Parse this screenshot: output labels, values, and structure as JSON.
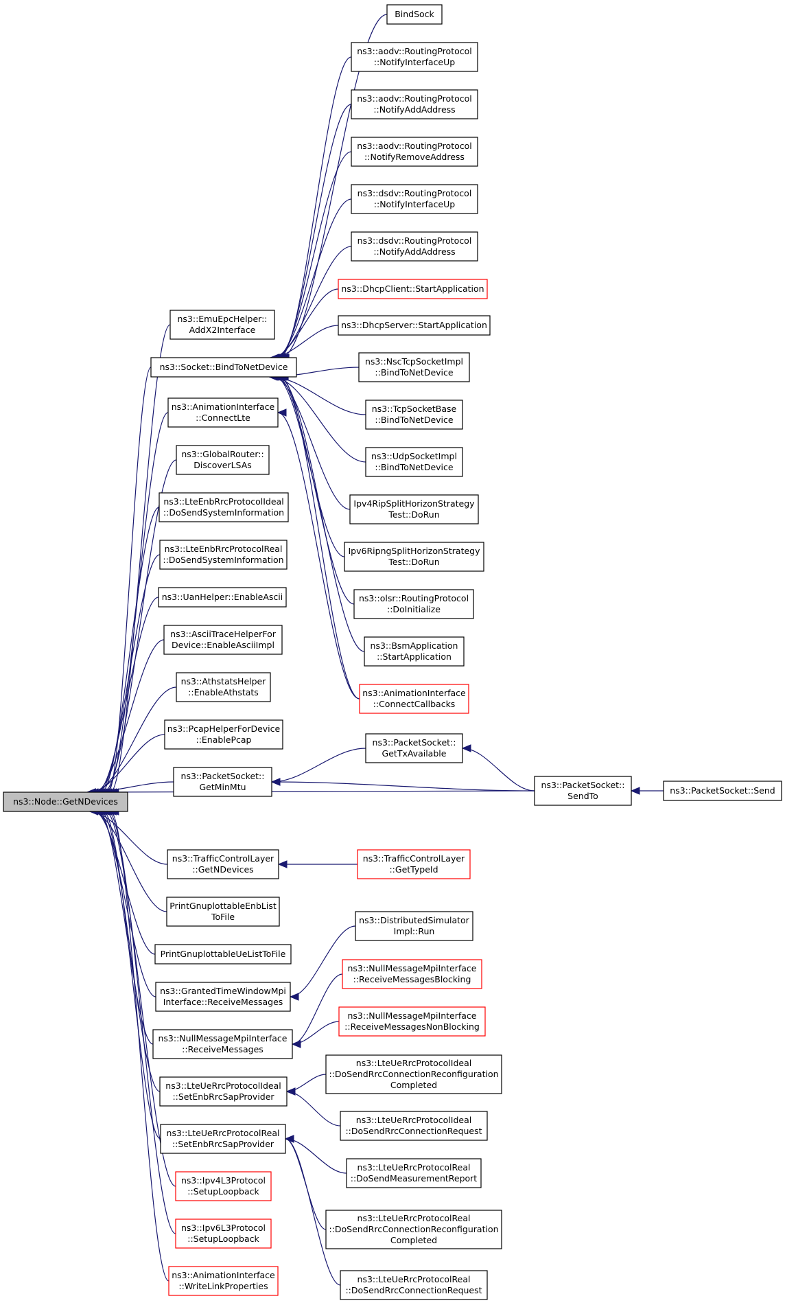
{
  "diagram": {
    "edge_color": "#191970",
    "missing_doc_border_color": "#ff0000",
    "root_fill": "#bfbfbf",
    "nodes": [
      {
        "id": "root",
        "lines": [
          "ns3::Node::GetNDevices"
        ],
        "style": "root"
      },
      {
        "id": "emu",
        "lines": [
          "ns3::EmuEpcHelper::",
          "AddX2Interface"
        ]
      },
      {
        "id": "sock",
        "lines": [
          "ns3::Socket::BindToNetDevice"
        ]
      },
      {
        "id": "anim_lte",
        "lines": [
          "ns3::AnimationInterface",
          "::ConnectLte"
        ]
      },
      {
        "id": "grouter",
        "lines": [
          "ns3::GlobalRouter::",
          "DiscoverLSAs"
        ]
      },
      {
        "id": "enb_ideal",
        "lines": [
          "ns3::LteEnbRrcProtocolIdeal",
          "::DoSendSystemInformation"
        ]
      },
      {
        "id": "enb_real",
        "lines": [
          "ns3::LteEnbRrcProtocolReal",
          "::DoSendSystemInformation"
        ]
      },
      {
        "id": "uan",
        "lines": [
          "ns3::UanHelper::EnableAscii"
        ]
      },
      {
        "id": "ascii",
        "lines": [
          "ns3::AsciiTraceHelperFor",
          "Device::EnableAsciiImpl"
        ]
      },
      {
        "id": "athstats",
        "lines": [
          "ns3::AthstatsHelper",
          "::EnableAthstats"
        ]
      },
      {
        "id": "pcap",
        "lines": [
          "ns3::PcapHelperForDevice",
          "::EnablePcap"
        ]
      },
      {
        "id": "pkt_minmtu",
        "lines": [
          "ns3::PacketSocket::",
          "GetMinMtu"
        ]
      },
      {
        "id": "tcl_getn",
        "lines": [
          "ns3::TrafficControlLayer",
          "::GetNDevices"
        ]
      },
      {
        "id": "print_enb",
        "lines": [
          "PrintGnuplottableEnbList",
          "ToFile"
        ]
      },
      {
        "id": "print_ue",
        "lines": [
          "PrintGnuplottableUeListToFile"
        ]
      },
      {
        "id": "granted",
        "lines": [
          "ns3::GrantedTimeWindowMpi",
          "Interface::ReceiveMessages"
        ]
      },
      {
        "id": "nullmsg",
        "lines": [
          "ns3::NullMessageMpiInterface",
          "::ReceiveMessages"
        ]
      },
      {
        "id": "ue_ideal_set",
        "lines": [
          "ns3::LteUeRrcProtocolIdeal",
          "::SetEnbRrcSapProvider"
        ]
      },
      {
        "id": "ue_real_set",
        "lines": [
          "ns3::LteUeRrcProtocolReal",
          "::SetEnbRrcSapProvider"
        ]
      },
      {
        "id": "ipv4l3",
        "lines": [
          "ns3::Ipv4L3Protocol",
          "::SetupLoopback"
        ],
        "style": "red"
      },
      {
        "id": "ipv6l3",
        "lines": [
          "ns3::Ipv6L3Protocol",
          "::SetupLoopback"
        ],
        "style": "red"
      },
      {
        "id": "anim_wlp",
        "lines": [
          "ns3::AnimationInterface",
          "::WriteLinkProperties"
        ],
        "style": "red"
      },
      {
        "id": "bindsock",
        "lines": [
          "BindSock"
        ]
      },
      {
        "id": "aodv_up",
        "lines": [
          "ns3::aodv::RoutingProtocol",
          "::NotifyInterfaceUp"
        ]
      },
      {
        "id": "aodv_add",
        "lines": [
          "ns3::aodv::RoutingProtocol",
          "::NotifyAddAddress"
        ]
      },
      {
        "id": "aodv_rem",
        "lines": [
          "ns3::aodv::RoutingProtocol",
          "::NotifyRemoveAddress"
        ]
      },
      {
        "id": "dsdv_up",
        "lines": [
          "ns3::dsdv::RoutingProtocol",
          "::NotifyInterfaceUp"
        ]
      },
      {
        "id": "dsdv_add",
        "lines": [
          "ns3::dsdv::RoutingProtocol",
          "::NotifyAddAddress"
        ]
      },
      {
        "id": "dhcpc",
        "lines": [
          "ns3::DhcpClient::StartApplication"
        ],
        "style": "red"
      },
      {
        "id": "dhcps",
        "lines": [
          "ns3::DhcpServer::StartApplication"
        ]
      },
      {
        "id": "nsc",
        "lines": [
          "ns3::NscTcpSocketImpl",
          "::BindToNetDevice"
        ]
      },
      {
        "id": "tcpbase",
        "lines": [
          "ns3::TcpSocketBase",
          "::BindToNetDevice"
        ]
      },
      {
        "id": "udp",
        "lines": [
          "ns3::UdpSocketImpl",
          "::BindToNetDevice"
        ]
      },
      {
        "id": "ipv4rip",
        "lines": [
          "Ipv4RipSplitHorizonStrategy",
          "Test::DoRun"
        ]
      },
      {
        "id": "ipv6ripng",
        "lines": [
          "Ipv6RipngSplitHorizonStrategy",
          "Test::DoRun"
        ]
      },
      {
        "id": "olsr",
        "lines": [
          "ns3::olsr::RoutingProtocol",
          "::DoInitialize"
        ]
      },
      {
        "id": "bsm",
        "lines": [
          "ns3::BsmApplication",
          "::StartApplication"
        ]
      },
      {
        "id": "anim_cb",
        "lines": [
          "ns3::AnimationInterface",
          "::ConnectCallbacks"
        ],
        "style": "red"
      },
      {
        "id": "pkt_gettx",
        "lines": [
          "ns3::PacketSocket::",
          "GetTxAvailable"
        ]
      },
      {
        "id": "pkt_sendto",
        "lines": [
          "ns3::PacketSocket::",
          "SendTo"
        ]
      },
      {
        "id": "pkt_send",
        "lines": [
          "ns3::PacketSocket::Send"
        ]
      },
      {
        "id": "tcl_typeid",
        "lines": [
          "ns3::TrafficControlLayer",
          "::GetTypeId"
        ],
        "style": "red"
      },
      {
        "id": "dist",
        "lines": [
          "ns3::DistributedSimulator",
          "Impl::Run"
        ]
      },
      {
        "id": "null_block",
        "lines": [
          "ns3::NullMessageMpiInterface",
          "::ReceiveMessagesBlocking"
        ],
        "style": "red"
      },
      {
        "id": "null_nonblock",
        "lines": [
          "ns3::NullMessageMpiInterface",
          "::ReceiveMessagesNonBlocking"
        ],
        "style": "red"
      },
      {
        "id": "ue_ideal_reconf",
        "lines": [
          "ns3::LteUeRrcProtocolIdeal",
          "::DoSendRrcConnectionReconfiguration",
          "Completed"
        ]
      },
      {
        "id": "ue_ideal_req",
        "lines": [
          "ns3::LteUeRrcProtocolIdeal",
          "::DoSendRrcConnectionRequest"
        ]
      },
      {
        "id": "ue_real_meas",
        "lines": [
          "ns3::LteUeRrcProtocolReal",
          "::DoSendMeasurementReport"
        ]
      },
      {
        "id": "ue_real_reconf",
        "lines": [
          "ns3::LteUeRrcProtocolReal",
          "::DoSendRrcConnectionReconfiguration",
          "Completed"
        ]
      },
      {
        "id": "ue_real_req",
        "lines": [
          "ns3::LteUeRrcProtocolReal",
          "::DoSendRrcConnectionRequest"
        ]
      }
    ],
    "edges": [
      [
        "emu",
        "root"
      ],
      [
        "sock",
        "root"
      ],
      [
        "anim_lte",
        "root"
      ],
      [
        "grouter",
        "root"
      ],
      [
        "enb_ideal",
        "root"
      ],
      [
        "enb_real",
        "root"
      ],
      [
        "uan",
        "root"
      ],
      [
        "ascii",
        "root"
      ],
      [
        "athstats",
        "root"
      ],
      [
        "pcap",
        "root"
      ],
      [
        "pkt_minmtu",
        "root"
      ],
      [
        "pkt_sendto",
        "root"
      ],
      [
        "tcl_getn",
        "root"
      ],
      [
        "print_enb",
        "root"
      ],
      [
        "print_ue",
        "root"
      ],
      [
        "granted",
        "root"
      ],
      [
        "nullmsg",
        "root"
      ],
      [
        "ue_ideal_set",
        "root"
      ],
      [
        "ue_real_set",
        "root"
      ],
      [
        "ipv4l3",
        "root"
      ],
      [
        "ipv6l3",
        "root"
      ],
      [
        "anim_wlp",
        "root"
      ],
      [
        "bindsock",
        "sock"
      ],
      [
        "aodv_up",
        "sock"
      ],
      [
        "aodv_add",
        "sock"
      ],
      [
        "aodv_rem",
        "sock"
      ],
      [
        "dsdv_up",
        "sock"
      ],
      [
        "dsdv_add",
        "sock"
      ],
      [
        "dhcpc",
        "sock"
      ],
      [
        "dhcps",
        "sock"
      ],
      [
        "nsc",
        "sock"
      ],
      [
        "tcpbase",
        "sock"
      ],
      [
        "udp",
        "sock"
      ],
      [
        "ipv4rip",
        "sock"
      ],
      [
        "ipv6ripng",
        "sock"
      ],
      [
        "olsr",
        "sock"
      ],
      [
        "bsm",
        "sock"
      ],
      [
        "anim_cb",
        "sock"
      ],
      [
        "anim_cb",
        "anim_lte"
      ],
      [
        "pkt_gettx",
        "pkt_minmtu"
      ],
      [
        "pkt_sendto",
        "pkt_minmtu"
      ],
      [
        "pkt_sendto",
        "pkt_gettx"
      ],
      [
        "pkt_send",
        "pkt_sendto"
      ],
      [
        "tcl_typeid",
        "tcl_getn"
      ],
      [
        "dist",
        "granted"
      ],
      [
        "null_block",
        "nullmsg"
      ],
      [
        "null_nonblock",
        "nullmsg"
      ],
      [
        "ue_ideal_reconf",
        "ue_ideal_set"
      ],
      [
        "ue_ideal_req",
        "ue_ideal_set"
      ],
      [
        "ue_real_meas",
        "ue_real_set"
      ],
      [
        "ue_real_reconf",
        "ue_real_set"
      ],
      [
        "ue_real_req",
        "ue_real_set"
      ]
    ]
  }
}
